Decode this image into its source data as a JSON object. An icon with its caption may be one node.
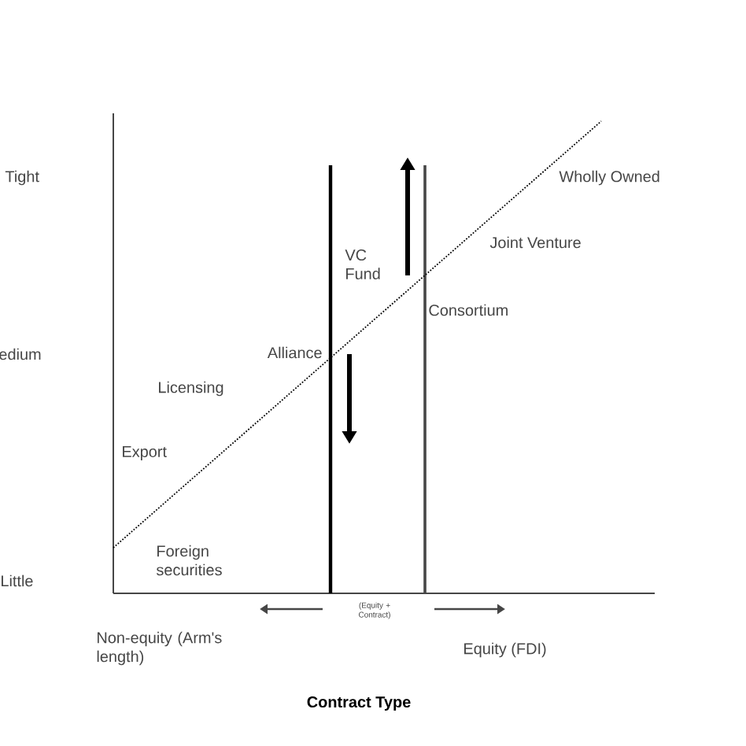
{
  "diagram": {
    "labels": [
      "Tight",
      "edium",
      "Little",
      "VC Fund",
      "Wholly Owned",
      "Joint Venture",
      "Consortium",
      "Alliance",
      "Licensing",
      "Export",
      "Foreign securities",
      "(Equity + Contract)",
      "Non-equity (Arm's length)",
      "Equity (FDI)",
      "Contract Type"
    ]
  }
}
